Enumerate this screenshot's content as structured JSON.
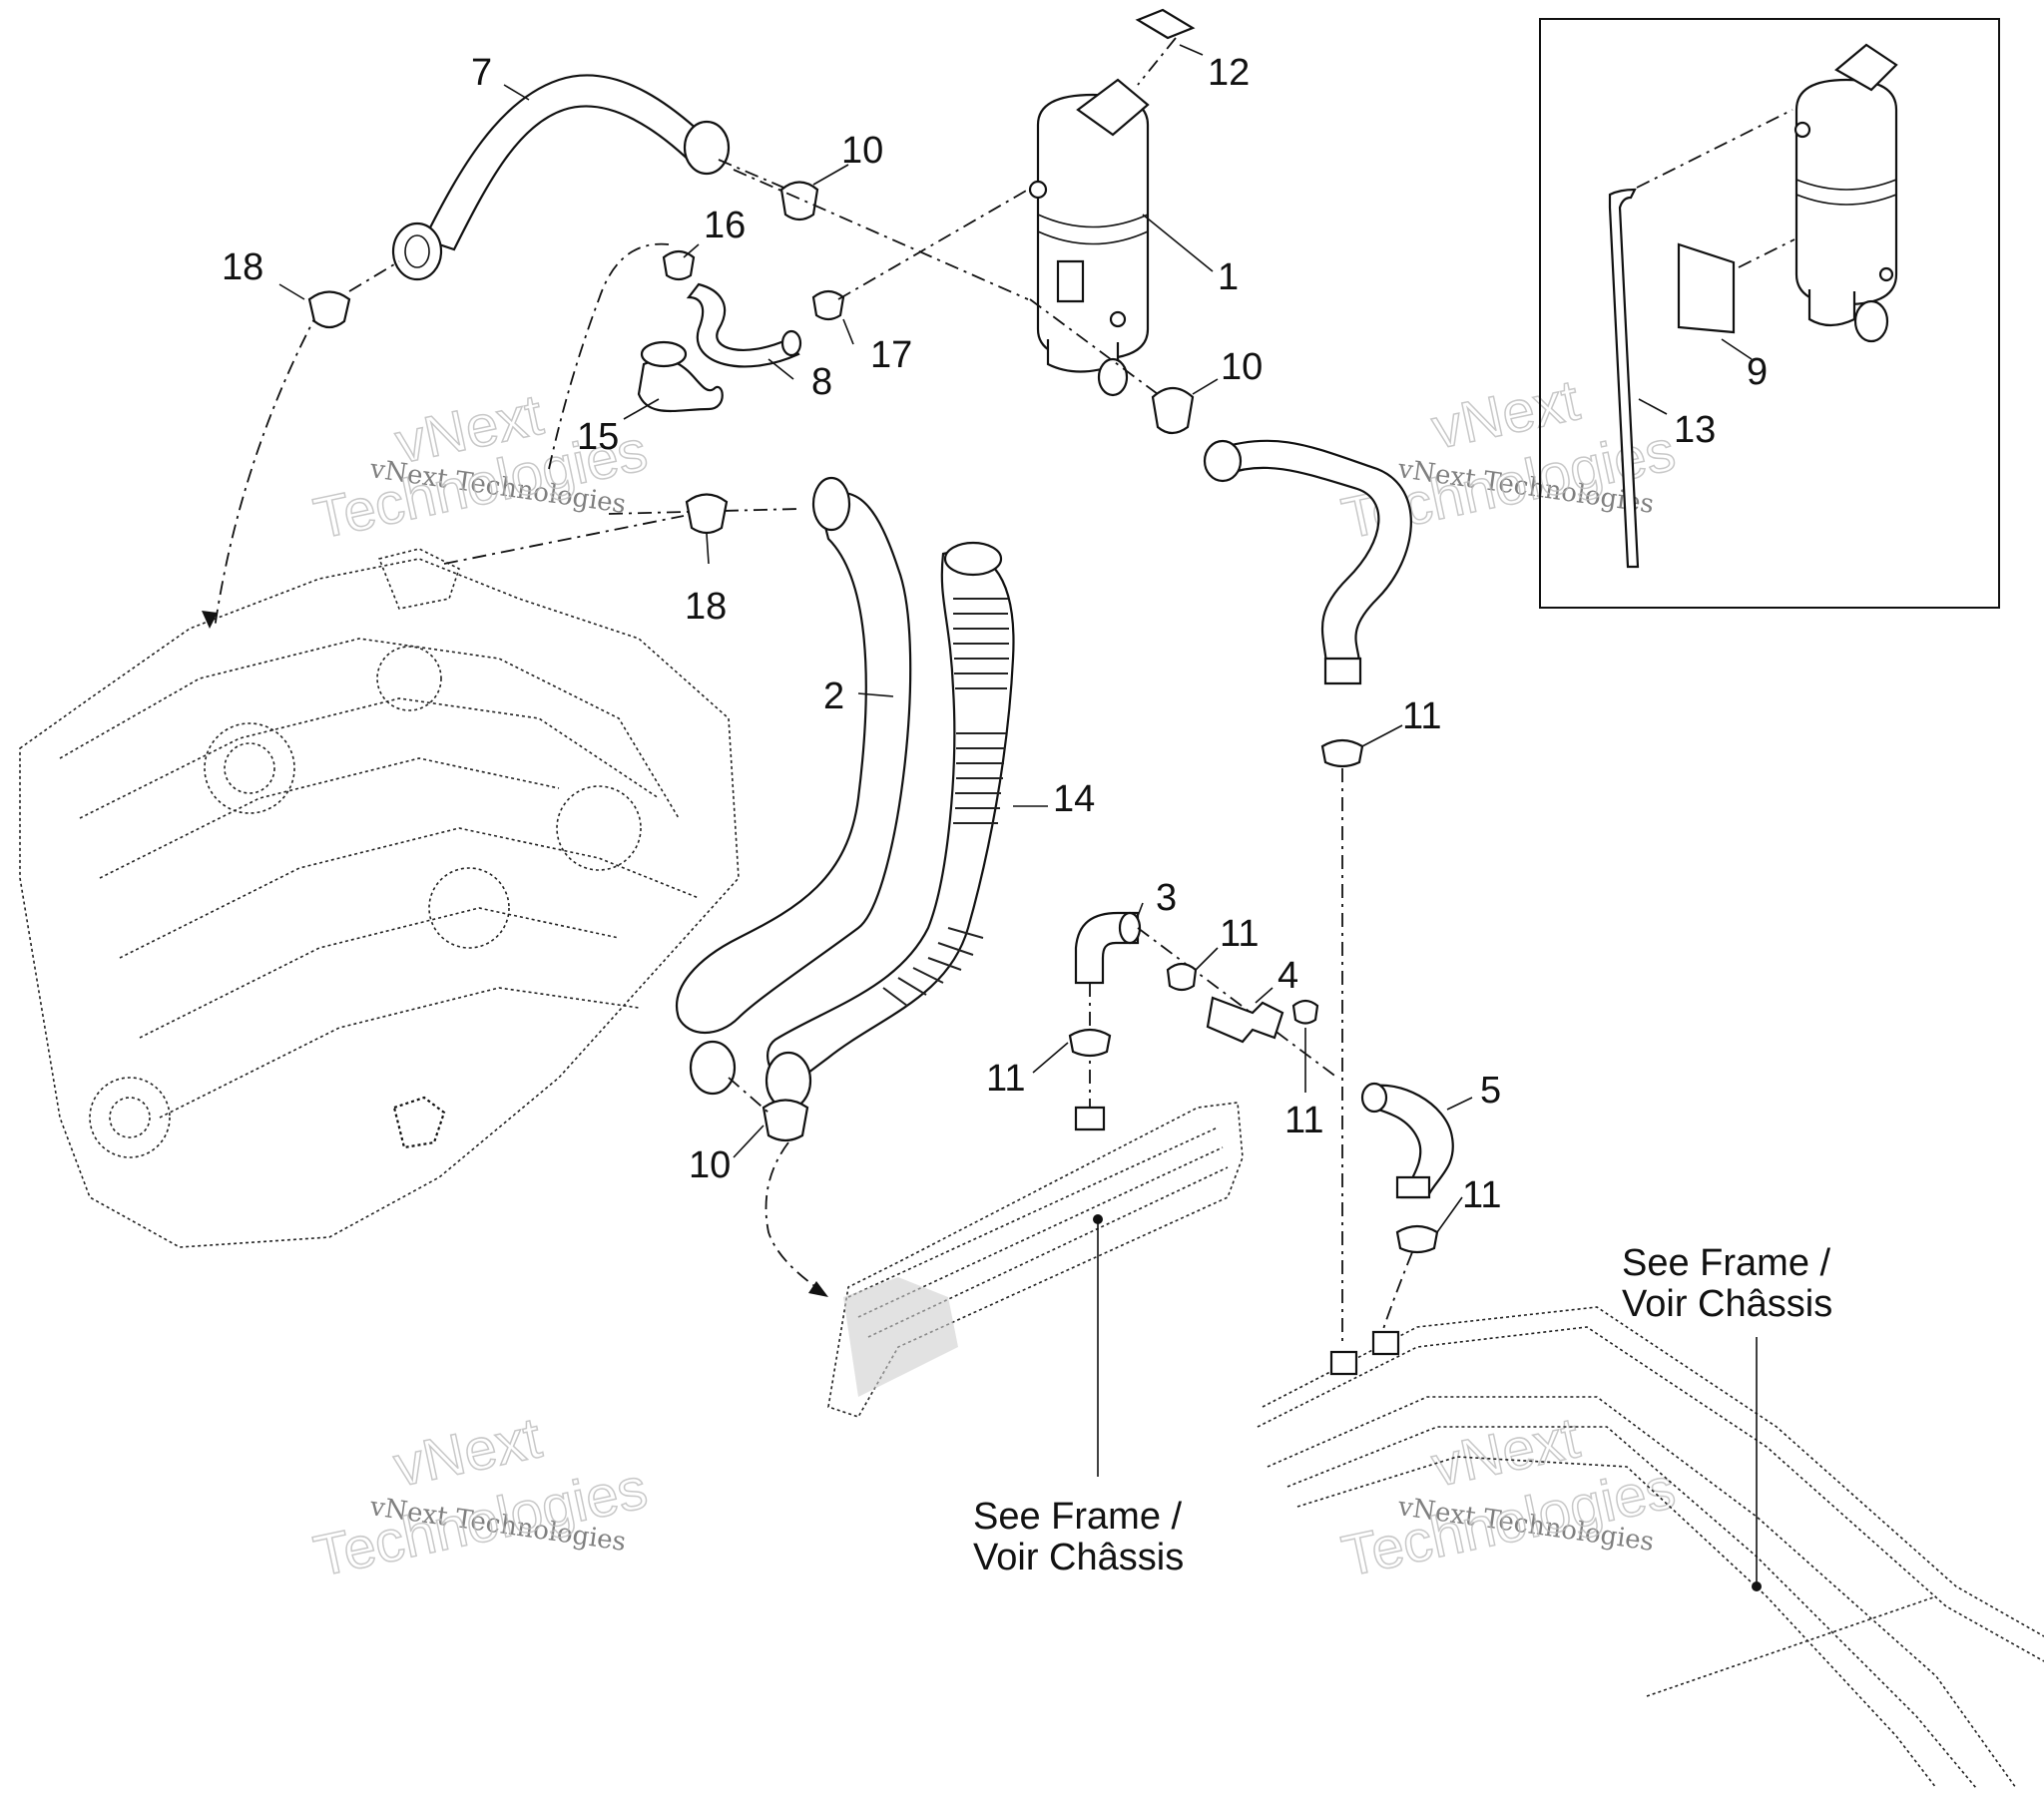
{
  "labels": {
    "n1": "1",
    "n2": "2",
    "n3": "3",
    "n4": "4",
    "n5": "5",
    "n7": "7",
    "n8": "8",
    "n9": "9",
    "n10a": "10",
    "n10b": "10",
    "n10c": "10",
    "n11a": "11",
    "n11b": "11",
    "n11c": "11",
    "n11d": "11",
    "n11e": "11",
    "n12": "12",
    "n13": "13",
    "n14": "14",
    "n15": "15",
    "n16": "16",
    "n17": "17",
    "n18a": "18",
    "n18b": "18"
  },
  "references": {
    "frame_center_line1": "See Frame /",
    "frame_center_line2": "Voir Châssis",
    "frame_right_line1": "See Frame /",
    "frame_right_line2": "Voir Châssis"
  },
  "watermark": {
    "small": "vNext Technologies",
    "large_top": "vNext",
    "large_bottom": "Technologies"
  }
}
